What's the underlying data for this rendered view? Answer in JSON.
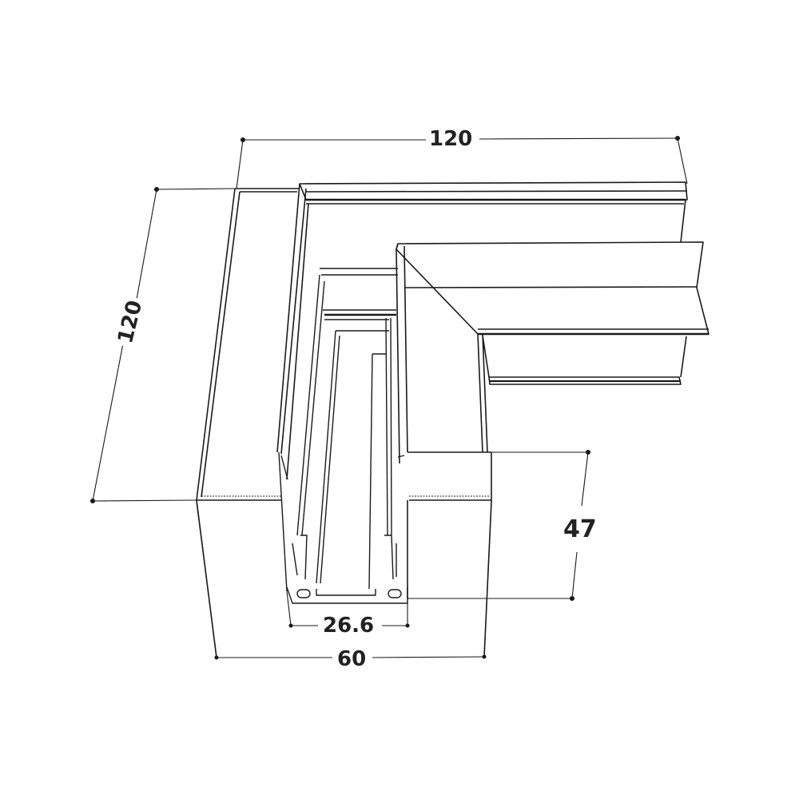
{
  "drawing": {
    "title": "L-shaped track corner connector technical drawing",
    "line_color": "#1a1a1a",
    "dim_color": "#222222",
    "background": "#ffffff"
  },
  "dimensions": {
    "top_length": "120",
    "side_length": "120",
    "height": "47",
    "inner_width": "26.6",
    "outer_width": "60"
  }
}
